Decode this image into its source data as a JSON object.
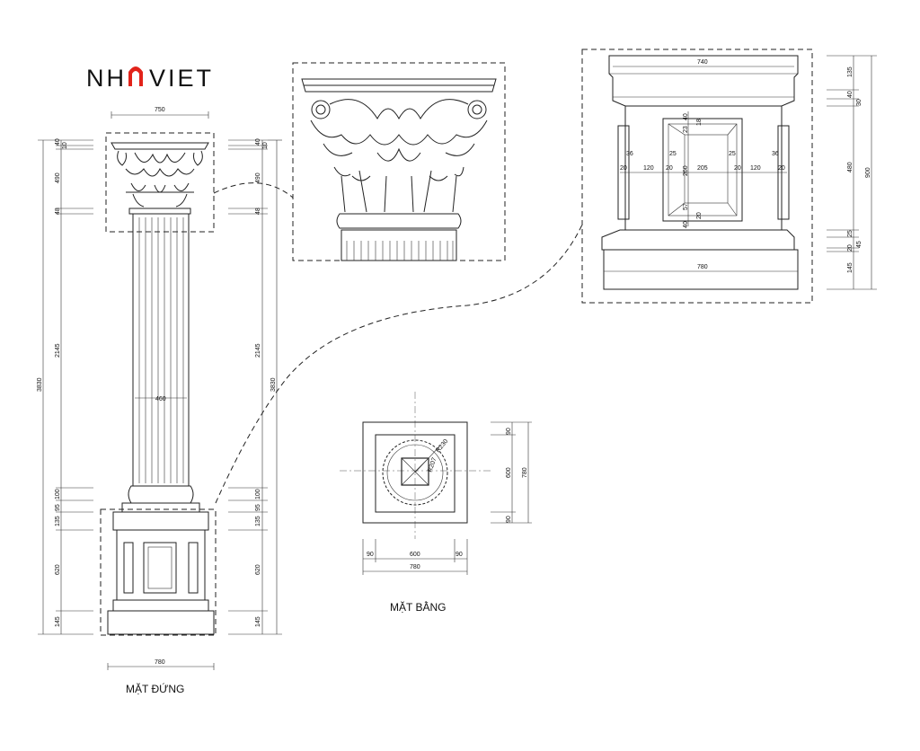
{
  "logo": {
    "left": "NH",
    "right": "VIET",
    "accent": "#e2231a"
  },
  "labels": {
    "elevation": "MẶT ĐỨNG",
    "plan": "MẶT BẰNG"
  },
  "elevation_dims": {
    "top_width": "750",
    "bottom_width": "780",
    "shaft_width": "460",
    "left": [
      "40",
      "10",
      "490",
      "48",
      "2145",
      "100",
      "95",
      "135",
      "620",
      "145"
    ],
    "right": [
      "40",
      "10",
      "490",
      "48",
      "2145",
      "100",
      "95",
      "135",
      "620",
      "145"
    ],
    "total_left": "3830",
    "total_right": "3830"
  },
  "base_detail_dims": {
    "top_width": "740",
    "bottom_width": "780",
    "row": [
      "20",
      "120",
      "20",
      "205",
      "20",
      "120",
      "20"
    ],
    "panel_side": [
      "36",
      "25",
      "25",
      "36"
    ],
    "panel_height": "260",
    "panel_vert": [
      "40",
      "18",
      "23",
      "57",
      "20",
      "40"
    ],
    "right": [
      "135",
      "40",
      "30",
      "480",
      "25",
      "45",
      "20",
      "145"
    ],
    "right_total": "900"
  },
  "plan_dims": {
    "bottom": [
      "90",
      "600",
      "90"
    ],
    "bottom_total": "780",
    "right": [
      "90",
      "600",
      "90"
    ],
    "right_total": "780",
    "radius_outer": "R230",
    "radius_inner": "R207"
  },
  "colors": {
    "line": "#222222",
    "accent": "#e2231a"
  }
}
